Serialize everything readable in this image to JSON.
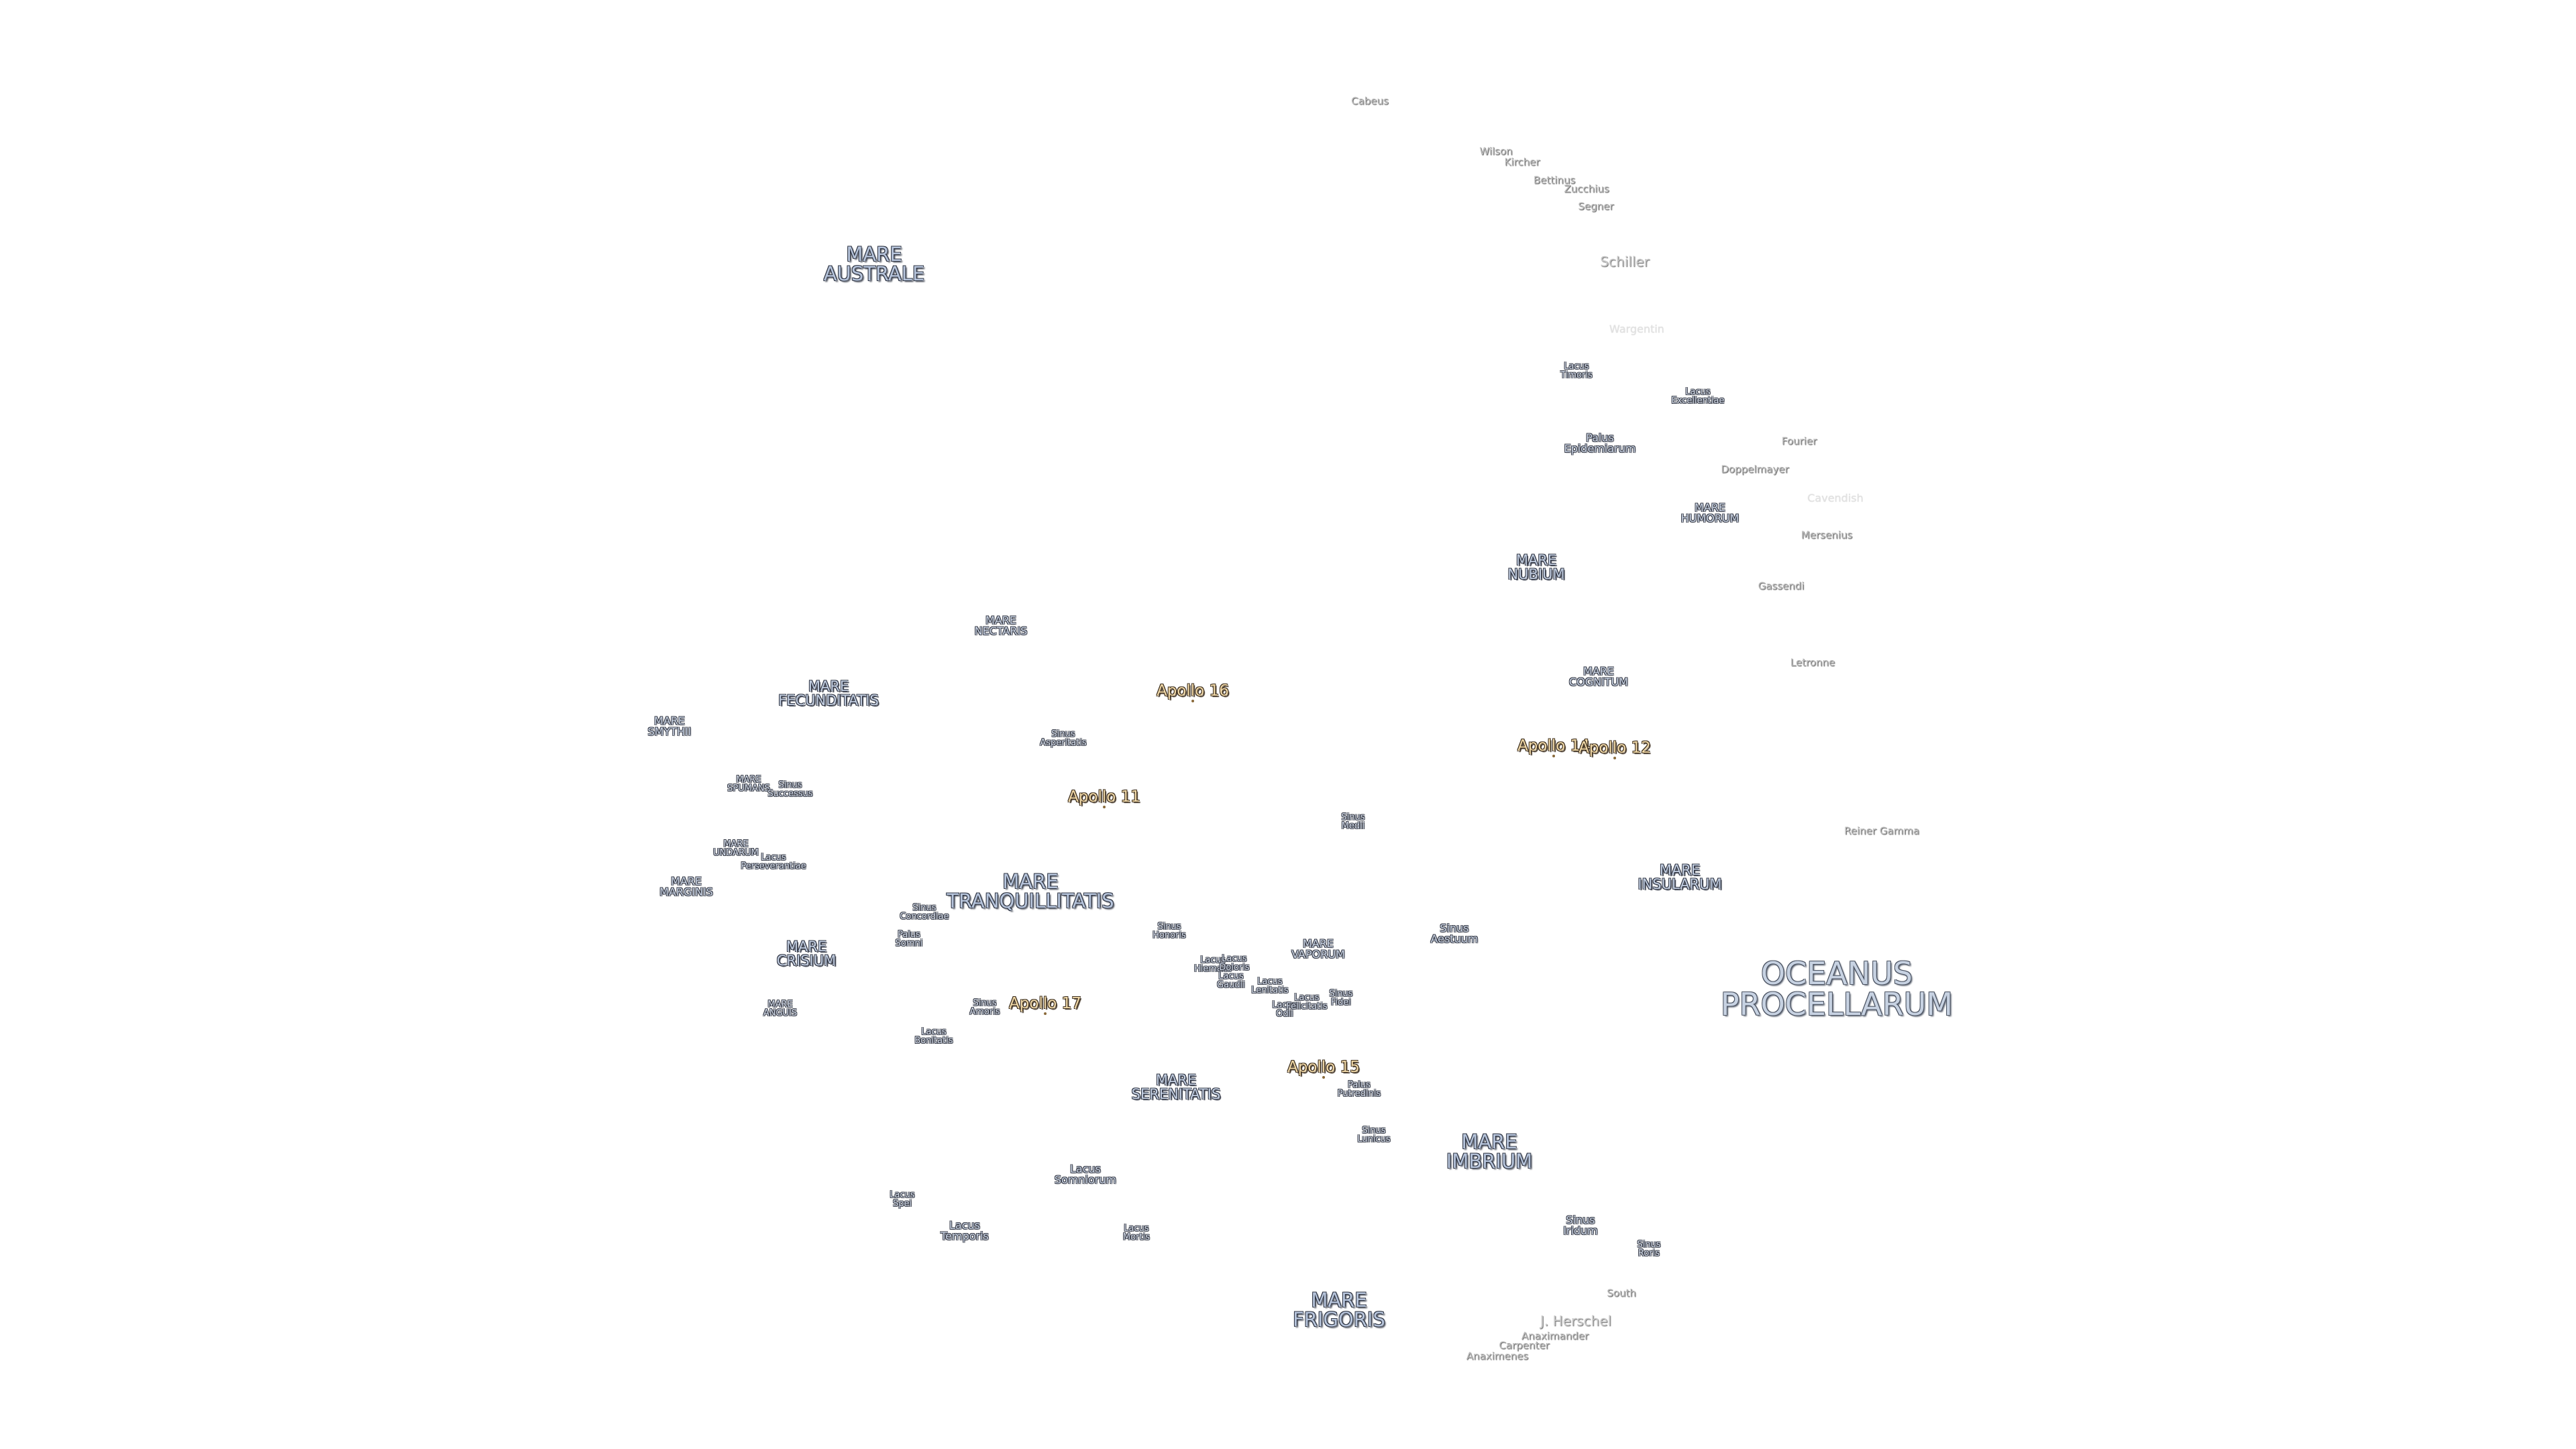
{
  "map": {
    "labels": [
      {
        "key": "cabeus",
        "lines": [
          "Cabeus"
        ]
      },
      {
        "key": "wilson",
        "lines": [
          "Wilson"
        ]
      },
      {
        "key": "kircher",
        "lines": [
          "Kircher"
        ]
      },
      {
        "key": "bettinus",
        "lines": [
          "Bettinus"
        ]
      },
      {
        "key": "zucchius",
        "lines": [
          "Zucchius"
        ]
      },
      {
        "key": "segner",
        "lines": [
          "Segner"
        ]
      },
      {
        "key": "schiller",
        "lines": [
          "Schiller"
        ]
      },
      {
        "key": "wargentin",
        "lines": [
          "Wargentin"
        ]
      },
      {
        "key": "mare-australe",
        "lines": [
          "MARE",
          "AUSTRALE"
        ]
      },
      {
        "key": "lacus-timoris",
        "lines": [
          "Lacus",
          "Timoris"
        ]
      },
      {
        "key": "lacus-excellentiae",
        "lines": [
          "Lacus",
          "Excellentiae"
        ]
      },
      {
        "key": "palus-epidemiarum",
        "lines": [
          "Palus",
          "Epidemiarum"
        ]
      },
      {
        "key": "fourier",
        "lines": [
          "Fourier"
        ]
      },
      {
        "key": "doppelmayer",
        "lines": [
          "Doppelmayer"
        ]
      },
      {
        "key": "cavendish",
        "lines": [
          "Cavendish"
        ]
      },
      {
        "key": "mare-humorum",
        "lines": [
          "MARE",
          "HUMORUM"
        ]
      },
      {
        "key": "mersenius",
        "lines": [
          "Mersenius"
        ]
      },
      {
        "key": "mare-nubium",
        "lines": [
          "MARE",
          "NUBIUM"
        ]
      },
      {
        "key": "gassendi",
        "lines": [
          "Gassendi"
        ]
      },
      {
        "key": "mare-nectaris",
        "lines": [
          "MARE",
          "NECTARIS"
        ]
      },
      {
        "key": "letronne",
        "lines": [
          "Letronne"
        ]
      },
      {
        "key": "mare-cognitum",
        "lines": [
          "MARE",
          "COGNITUM"
        ]
      },
      {
        "key": "mare-fecunditatis",
        "lines": [
          "MARE",
          "FECUNDITATIS"
        ]
      },
      {
        "key": "apollo-16",
        "lines": [
          "Apollo 16"
        ],
        "apollo": true
      },
      {
        "key": "mare-smythii",
        "lines": [
          "MARE",
          "SMYTHII"
        ]
      },
      {
        "key": "sinus-asperitatis",
        "lines": [
          "Sinus",
          "Asperitatis"
        ]
      },
      {
        "key": "apollo-14",
        "lines": [
          "Apollo 14"
        ],
        "apollo": true
      },
      {
        "key": "apollo-12",
        "lines": [
          "Apollo 12"
        ],
        "apollo": true
      },
      {
        "key": "mare-spumans",
        "lines": [
          "MARE",
          "SPUMANS"
        ]
      },
      {
        "key": "sinus-successus",
        "lines": [
          "Sinus",
          "Successus"
        ]
      },
      {
        "key": "apollo-11",
        "lines": [
          "Apollo 11"
        ],
        "apollo": true
      },
      {
        "key": "sinus-medii",
        "lines": [
          "Sinus",
          "Medii"
        ]
      },
      {
        "key": "reiner-gamma",
        "lines": [
          "Reiner Gamma"
        ]
      },
      {
        "key": "mare-undarum",
        "lines": [
          "MARE",
          "UNDARUM"
        ]
      },
      {
        "key": "lacus-perseverantiae",
        "lines": [
          "Lacus",
          "Perseverantiae"
        ]
      },
      {
        "key": "mare-insularum",
        "lines": [
          "MARE",
          "INSULARUM"
        ]
      },
      {
        "key": "mare-marginis",
        "lines": [
          "MARE",
          "MARGINIS"
        ]
      },
      {
        "key": "mare-tranquillitatis",
        "lines": [
          "MARE",
          "TRANQUILLITATIS"
        ]
      },
      {
        "key": "sinus-concordiae",
        "lines": [
          "Sinus",
          "Concordiae"
        ]
      },
      {
        "key": "sinus-honoris",
        "lines": [
          "Sinus",
          "Honoris"
        ]
      },
      {
        "key": "sinus-aestuum",
        "lines": [
          "Sinus",
          "Aestuum"
        ]
      },
      {
        "key": "palus-somni",
        "lines": [
          "Palus",
          "Somni"
        ]
      },
      {
        "key": "mare-vaporum",
        "lines": [
          "MARE",
          "VAPORUM"
        ]
      },
      {
        "key": "mare-crisium",
        "lines": [
          "MARE",
          "CRISIUM"
        ]
      },
      {
        "key": "lacus-hiemalis",
        "lines": [
          "Lacus",
          "Hiemalis"
        ]
      },
      {
        "key": "lacus-doloris",
        "lines": [
          "Lacus",
          "Doloris"
        ]
      },
      {
        "key": "lacus-gaudii",
        "lines": [
          "Lacus",
          "Gaudii"
        ]
      },
      {
        "key": "lacus-lenitatis",
        "lines": [
          "Lacus",
          "Lenitatis"
        ]
      },
      {
        "key": "oceanus-procellarum",
        "lines": [
          "OCEANUS",
          "PROCELLARUM"
        ]
      },
      {
        "key": "lacus-odii",
        "lines": [
          "Lacus",
          "Odii"
        ]
      },
      {
        "key": "lacus-felicitatis",
        "lines": [
          "Lacus",
          "Felicitatis"
        ]
      },
      {
        "key": "sinus-fidei",
        "lines": [
          "Sinus",
          "Fidei"
        ]
      },
      {
        "key": "mare-anguis",
        "lines": [
          "MARE",
          "ANGUIS"
        ]
      },
      {
        "key": "sinus-amoris",
        "lines": [
          "Sinus",
          "Amoris"
        ]
      },
      {
        "key": "apollo-17",
        "lines": [
          "Apollo 17"
        ],
        "apollo": true
      },
      {
        "key": "lacus-bonitatis",
        "lines": [
          "Lacus",
          "Bonitatis"
        ]
      },
      {
        "key": "apollo-15",
        "lines": [
          "Apollo 15"
        ],
        "apollo": true
      },
      {
        "key": "palus-putredinis",
        "lines": [
          "Palus",
          "Putredinis"
        ]
      },
      {
        "key": "mare-serenitatis",
        "lines": [
          "MARE",
          "SERENITATIS"
        ]
      },
      {
        "key": "sinus-lunicus",
        "lines": [
          "Sinus",
          "Lunicus"
        ]
      },
      {
        "key": "mare-imbrium",
        "lines": [
          "MARE",
          "IMBRIUM"
        ]
      },
      {
        "key": "lacus-somniorum",
        "lines": [
          "Lacus",
          "Somniorum"
        ]
      },
      {
        "key": "lacus-spei",
        "lines": [
          "Lacus",
          "Spei"
        ]
      },
      {
        "key": "sinus-iridum",
        "lines": [
          "Sinus",
          "Iridum"
        ]
      },
      {
        "key": "lacus-temporis",
        "lines": [
          "Lacus",
          "Temporis"
        ]
      },
      {
        "key": "lacus-mortis",
        "lines": [
          "Lacus",
          "Mortis"
        ]
      },
      {
        "key": "sinus-roris",
        "lines": [
          "Sinus",
          "Roris"
        ]
      },
      {
        "key": "south",
        "lines": [
          "South"
        ]
      },
      {
        "key": "mare-frigoris",
        "lines": [
          "MARE",
          "FRIGORIS"
        ]
      },
      {
        "key": "j-herschel",
        "lines": [
          "J. Herschel"
        ]
      },
      {
        "key": "anaximander",
        "lines": [
          "Anaximander"
        ]
      },
      {
        "key": "carpenter",
        "lines": [
          "Carpenter"
        ]
      },
      {
        "key": "anaximenes",
        "lines": [
          "Anaximenes"
        ]
      }
    ]
  }
}
